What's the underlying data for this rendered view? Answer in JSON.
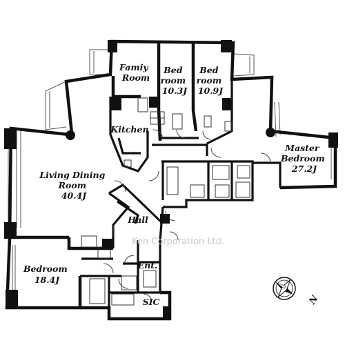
{
  "rooms": {
    "family": [
      "Famiy",
      "Room"
    ],
    "bed1": [
      "Bed",
      "room",
      "10.3J"
    ],
    "bed2": [
      "Bed",
      "room",
      "10.9J"
    ],
    "kitchen": [
      "Kitchen"
    ],
    "master": [
      "Master",
      "Bedroom",
      "27.2J"
    ],
    "living": [
      "Living Dining",
      "Room",
      "40.4J"
    ],
    "hall": [
      "Hall"
    ],
    "bedroom": [
      "Bedroom",
      "18.4J"
    ],
    "ent": [
      "Ent."
    ],
    "sic": [
      "SIC"
    ]
  },
  "watermark": "Ken Corporation Ltd.",
  "compass": {
    "label": "N",
    "icon": "compass-rose-icon"
  }
}
